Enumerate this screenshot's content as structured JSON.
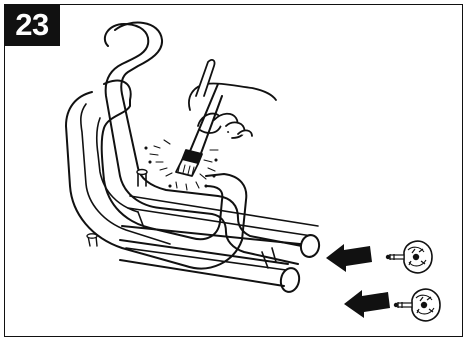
{
  "step": {
    "number": "23"
  },
  "illustration": {
    "subject": "exhaust-header-pipes",
    "tool": "brush",
    "indicators": [
      "arrow-icon",
      "arrow-icon"
    ],
    "parts": [
      "pipe-clamp",
      "pipe-clamp"
    ],
    "colors": {
      "line": "#111111",
      "background": "#ffffff"
    }
  }
}
